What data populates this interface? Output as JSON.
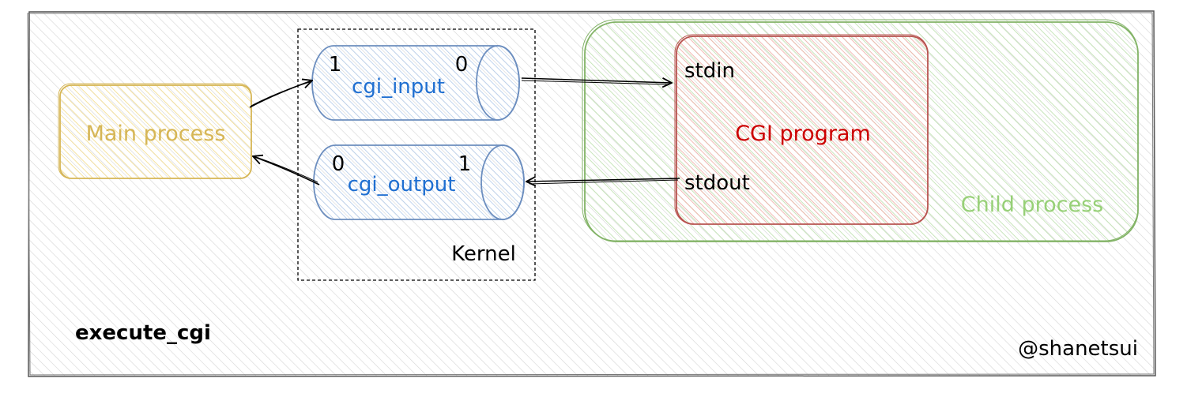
{
  "outer": {
    "label": "execute_cgi",
    "watermark": "@shanetsui"
  },
  "main_process": {
    "label": "Main process",
    "color": "#d6b656",
    "fill": "#fff2cc"
  },
  "kernel": {
    "label": "Kernel",
    "pipes": [
      {
        "label": "cgi_input",
        "left_end": "1",
        "right_end": "0"
      },
      {
        "label": "cgi_output",
        "left_end": "0",
        "right_end": "1"
      }
    ],
    "pipe_color": "#6c8ebf",
    "pipe_fill": "#dae8fc",
    "text_color": "#1f6fd1"
  },
  "child_process": {
    "label": "Child process",
    "color": "#82b366",
    "fill": "#d5e8d4",
    "text_color": "#97d077",
    "cgi_program": {
      "label": "CGI program",
      "stdin": "stdin",
      "stdout": "stdout",
      "color": "#b85450",
      "fill": "#f8cecc",
      "text_color": "#cc0000"
    }
  }
}
